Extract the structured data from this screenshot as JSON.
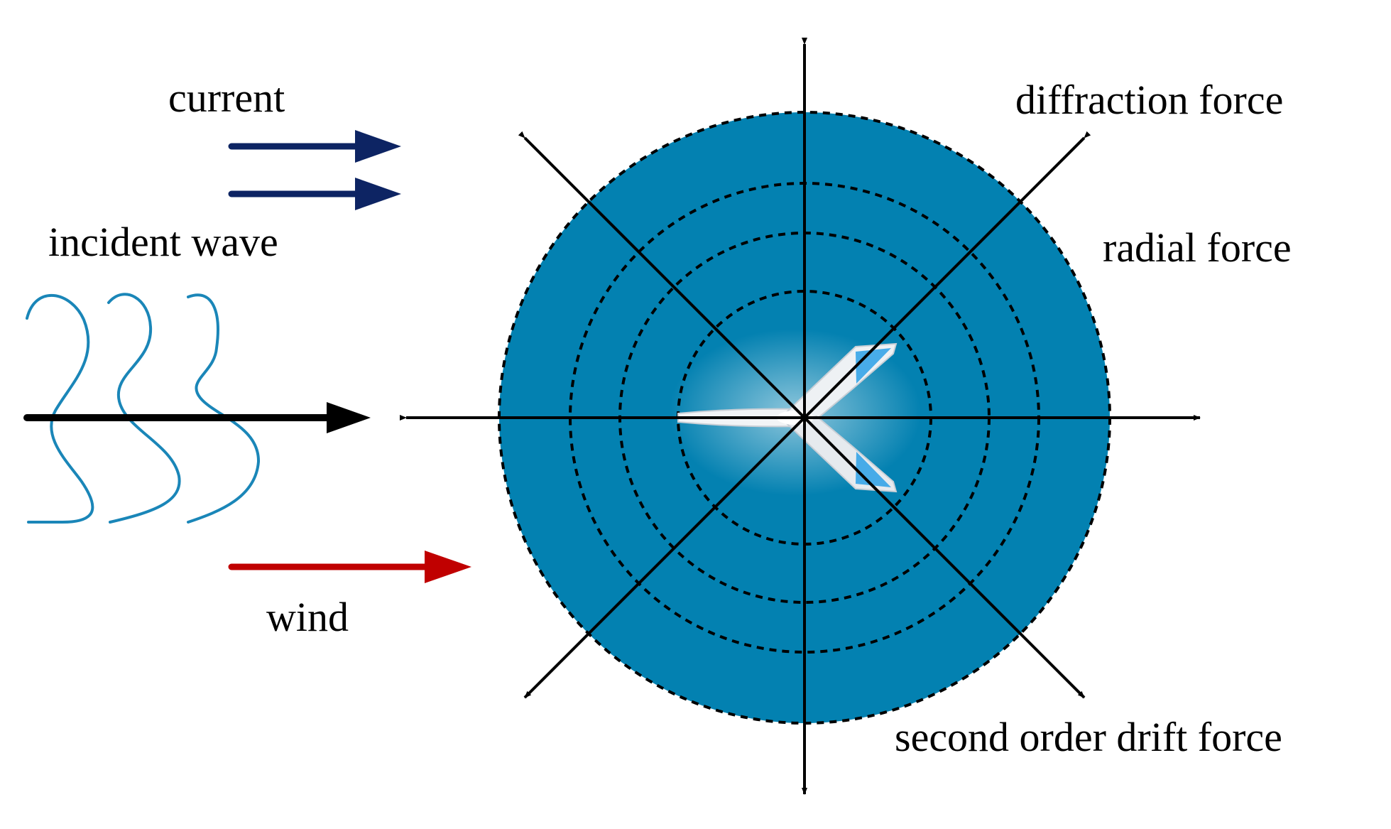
{
  "labels": {
    "current": "current",
    "incident_wave": "incident wave",
    "wind": "wind",
    "diffraction_force": "diffraction force",
    "radial_force": "radial force",
    "second_order_drift_force": "second order drift force"
  },
  "colors": {
    "current_arrow": "#0d2463",
    "wind_arrow": "#c00000",
    "wave_curve": "#1a86b8",
    "disk_fill": "#0381b1",
    "axis": "#000000",
    "dashed_ring": "#000000",
    "aircraft_body": "#ffffff",
    "aircraft_accent": "#2aa0e6"
  },
  "icons": {
    "aircraft": "swept-wing-aircraft-icon"
  }
}
